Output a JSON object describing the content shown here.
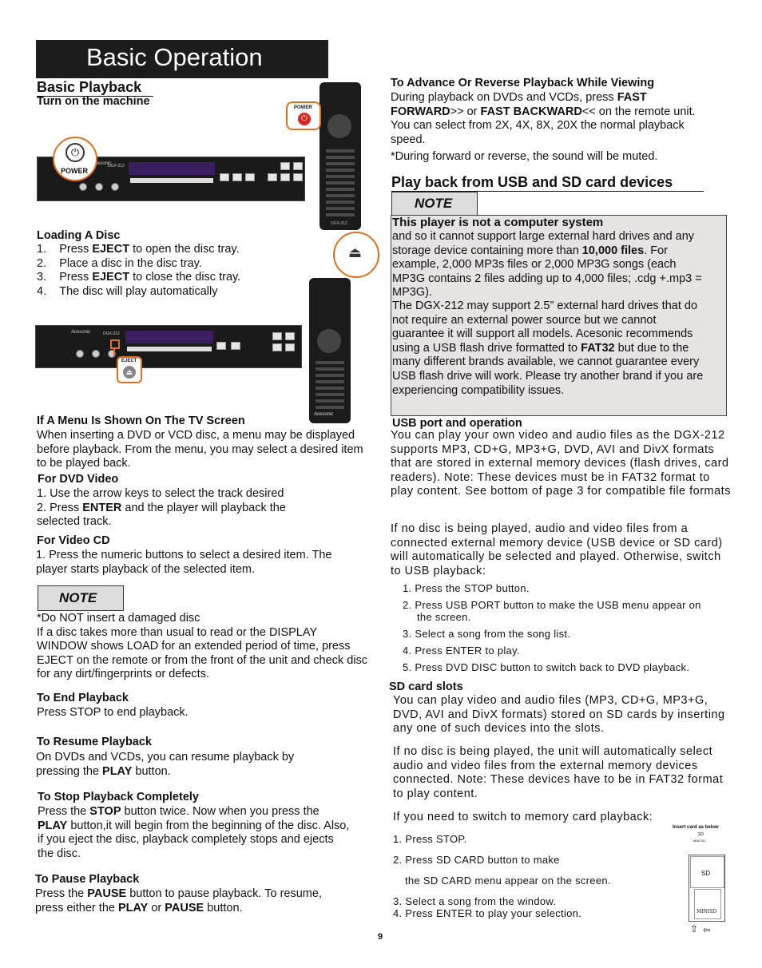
{
  "header": {
    "title": "Basic Operation"
  },
  "left": {
    "basic_playback": "Basic Playback",
    "turn_on": "Turn on the machine",
    "power_label": "POWER",
    "eject_label": "EJECT",
    "loading_title": "Loading A Disc",
    "loading_steps": [
      {
        "num": "1.",
        "pre": "Press ",
        "bold": "EJECT",
        "post": " to open the disc tray."
      },
      {
        "num": "2.",
        "pre": "Place a disc in the disc tray.",
        "bold": "",
        "post": ""
      },
      {
        "num": "3.",
        "pre": "Press ",
        "bold": "EJECT",
        "post": " to close the disc tray."
      },
      {
        "num": "4.",
        "pre": "The disc will play automatically",
        "bold": "",
        "post": ""
      }
    ],
    "menu_title": "If A Menu Is Shown On The TV Screen",
    "menu_text": "When inserting a DVD or VCD disc, a menu may be displayed before playback. From the menu, you may select a desired item to be played back.",
    "dvd_title": "For DVD Video",
    "dvd_step1": "1.   Use the arrow keys to select the track desired",
    "dvd_step2_pre": "2.   Press ",
    "dvd_step2_bold": "ENTER",
    "dvd_step2_post": " and the player will playback the",
    "dvd_step2_cont": "selected track.",
    "vcd_title": "For Video CD",
    "vcd_text": "1.   Press the numeric buttons to select a desired item. The player starts playback of the selected item.",
    "note_label": "NOTE",
    "note_text": "*Do NOT insert a damaged disc\nIf a disc takes more than usual to read or the DISPLAY WINDOW shows LOAD for an extended period of time, press EJECT on the remote or from the front of the unit and check disc for any dirt/fingerprints or defects.",
    "end_title": "To End Playback",
    "end_text": "Press STOP to end playback.",
    "resume_title": "To Resume Playback",
    "resume_pre": "On DVDs and VCDs, you can resume playback by pressing the ",
    "resume_bold": "PLAY",
    "resume_post": " button.",
    "stop_title": "To Stop Playback Completely",
    "stop_a": "Press the ",
    "stop_b": "STOP",
    "stop_c": " button twice. Now when you press the ",
    "stop_d": "PLAY",
    "stop_e": " button,it will begin from the beginning of the disc. Also, if you eject the disc, playback completely stops and ejects the disc.",
    "pause_title": "To Pause Playback",
    "pause_a": "Press the ",
    "pause_b": "PAUSE",
    "pause_c": " button to pause playback. To resume, press either the ",
    "pause_d": "PLAY",
    "pause_e": " or ",
    "pause_f": "PAUSE",
    "pause_g": " button."
  },
  "right": {
    "advance_title": "To Advance Or Reverse Playback While Viewing",
    "adv_a": "During playback on DVDs and VCDs, press ",
    "adv_b": "FAST FORWARD",
    "adv_c": ">> or ",
    "adv_d": "FAST BACKWARD",
    "adv_e": "<< on the remote unit. You can select from 2X, 4X, 8X, 20X the normal playback speed.",
    "muted": "*During forward or reverse, the sound will be muted.",
    "usb_sd_title": "Play back from USB and SD card devices",
    "note_label": "NOTE",
    "note_title": "This player is not a computer system",
    "note_p1a": "and so it cannot support large external hard drives and any storage device containing more than ",
    "note_p1b": "10,000 files",
    "note_p1c": ". For example, 2,000 MP3s files or 2,000 MP3G songs (each MP3G contains 2 files adding up to 4,000 files; .cdg +.mp3 = MP3G).",
    "note_p2a": "The DGX-212 may support 2.5” external hard drives that do not require an external power source but we cannot guarantee it will support all models. Acesonic recommends using a USB flash drive formatted to ",
    "note_p2b": "FAT32",
    "note_p2c": " but due to the many different brands available, we cannot guarantee every USB flash drive will work. Please try another brand if you are experiencing compatibility issues.",
    "usb_title": "USB port and operation",
    "usb_p1": "You can play your own video and audio files as the DGX-212 supports MP3, CD+G, MP3+G, DVD, AVI and DivX formats that are stored in external memory devices (flash drives, card readers). Note: These devices must be in FAT32 format to play content. See bottom of page 3 for compatible file formats",
    "usb_p2": "If no disc is being played, audio and video files from a connected external memory device (USB device or SD card) will automatically be selected and played. Otherwise, switch to USB playback:",
    "usb_steps": [
      "1. Press the STOP button.",
      "2. Press USB PORT button to make the USB menu appear on",
      "the screen.",
      "3. Select a song from the song list.",
      "4. Press ENTER to play.",
      "5. Press DVD DISC button to switch back to DVD playback."
    ],
    "sd_title": "SD card slots",
    "sd_p1": "You can play video and audio files (MP3, CD+G, MP3+G, DVD, AVI and DivX formats) stored on SD cards by inserting any one of such devices into the slots.",
    "sd_p2": "If no disc is being played, the unit will automatically select audio and video files from the external memory devices connected. Note: These devices have to be in FAT32 format to play content.",
    "sd_p3": "If you need to switch to memory card playback:",
    "sd_steps": [
      "1. Press STOP.",
      "2. Press SD CARD button to make",
      "the SD CARD menu appear on the screen.",
      "3. Select a song from the window.",
      "4. Press ENTER to play your selection."
    ],
    "card_caption": "Insert card as below",
    "card_sd": "SD",
    "card_minisd": "MINI SD",
    "card_big_sd": "SD",
    "card_big_minisd": "MINISD"
  },
  "footer": {
    "page": "9"
  },
  "device": {
    "brand": "Acesonic",
    "model": "DGX-212"
  }
}
